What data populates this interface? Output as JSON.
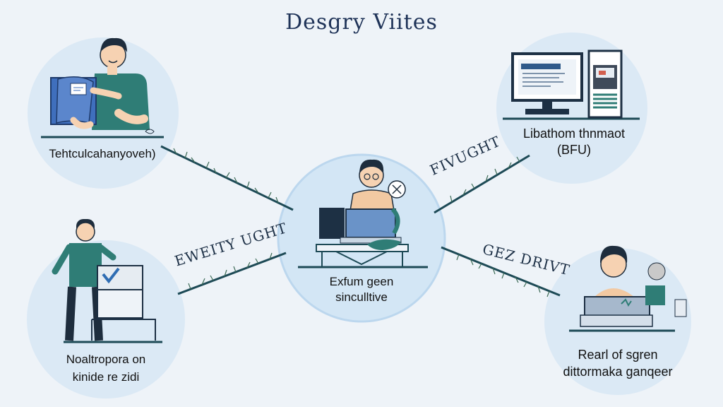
{
  "title": "Desgry Viites",
  "center": {
    "line1": "Exfum geen",
    "line2": "sinculltive"
  },
  "nodes": {
    "top_left": {
      "label": "Tehtculcahanyoveh)"
    },
    "top_right": {
      "line1": "Libathom thnmaot",
      "line2": "(BFU)"
    },
    "bottom_left": {
      "line1": "Noaltropora on",
      "line2": "kinide re zidi"
    },
    "bottom_right": {
      "line1": "Rearl of sgren",
      "line2": "dittormaka ganqeer"
    }
  },
  "connectors": {
    "top_right": "FIVUGHT",
    "left": "EWEITY UGHT",
    "right": "GEZ DRIVT"
  },
  "colors": {
    "background": "#eef3f8",
    "circle": "#dbe9f5",
    "line": "#1d4a56",
    "accent": "#2f6db3",
    "shirt": "#2f7d76"
  }
}
